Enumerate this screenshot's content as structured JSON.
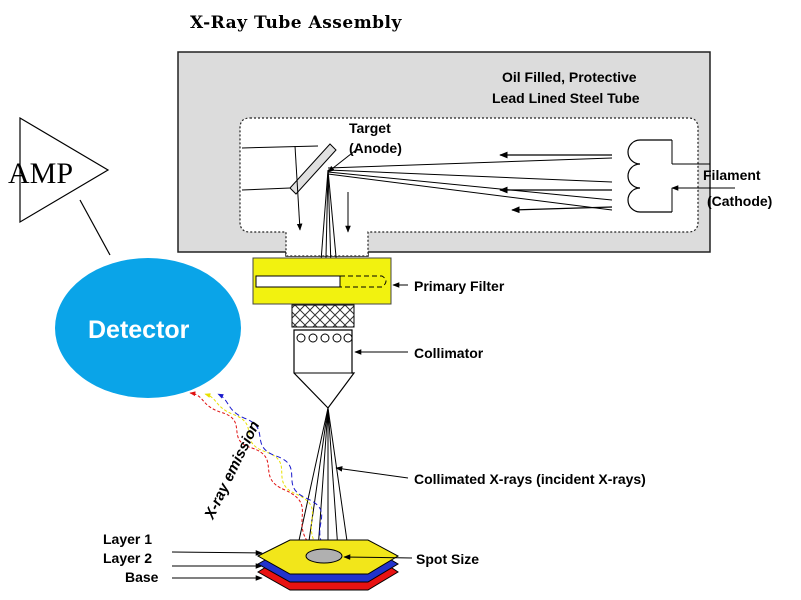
{
  "title": "X-Ray Tube Assembly",
  "tube_label_line1": "Oil Filled, Protective",
  "tube_label_line2": "Lead Lined Steel Tube",
  "target_line1": "Target",
  "target_line2": "(Anode)",
  "filament_line1": "Filament",
  "filament_line2": "(Cathode)",
  "amp_label": "AMP",
  "detector_label": "Detector",
  "primary_filter_label": "Primary Filter",
  "collimator_label": "Collimator",
  "collimated_xrays_label": "Collimated X-rays (incident X-rays)",
  "xray_emission_label": "X-ray emission",
  "layer1_label": "Layer 1",
  "layer2_label": "Layer 2",
  "base_label": "Base",
  "spot_size_label": "Spot Size",
  "colors": {
    "tube_fill": "#dcdcdc",
    "filter_fill": "#f2f20f",
    "detector_fill": "#0aa4e8",
    "layer1": "#f2e61a",
    "layer2": "#2233cc",
    "base": "#e81212"
  }
}
